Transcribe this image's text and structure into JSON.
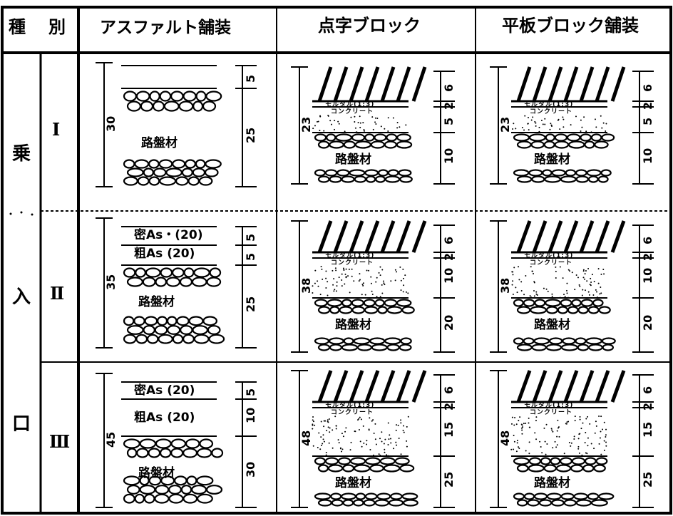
{
  "header": {
    "col_kind_1": "種",
    "col_kind_2": "別",
    "col_asphalt": "アスファルト舗装",
    "col_tactile": "点字ブロック",
    "col_flat": "平板ブロック舗装"
  },
  "category": {
    "char1": "乗",
    "char2": "入",
    "char3": "口"
  },
  "rows": [
    {
      "class": "Ⅰ",
      "asphalt": {
        "total": "30",
        "base_label": "路盤材",
        "layers": [
          "5",
          "25"
        ]
      },
      "tactile": {
        "total": "23",
        "mortar": "モルタル(1:3)",
        "concrete": "コンクリート",
        "base_label": "路盤材",
        "layers": [
          "6",
          "2",
          "5",
          "10"
        ]
      },
      "flat": {
        "total": "23",
        "mortar": "モルタル(1:3)",
        "concrete": "コンクリート",
        "base_label": "路盤材",
        "layers": [
          "6",
          "2",
          "5",
          "10"
        ]
      }
    },
    {
      "class": "Ⅱ",
      "asphalt": {
        "total": "35",
        "dense": "密As・(20)",
        "coarse": "粗As (20)",
        "base_label": "路盤材",
        "layers": [
          "5",
          "5",
          "25"
        ]
      },
      "tactile": {
        "total": "38",
        "mortar": "モルタル(1:3)",
        "concrete": "コンクリート",
        "base_label": "路盤材",
        "layers": [
          "6",
          "2",
          "10",
          "20"
        ]
      },
      "flat": {
        "total": "38",
        "mortar": "モルタル(1:3)",
        "concrete": "コンクリート",
        "base_label": "路盤材",
        "layers": [
          "6",
          "2",
          "10",
          "20"
        ]
      }
    },
    {
      "class": "Ⅲ",
      "asphalt": {
        "total": "45",
        "dense": "密As (20)",
        "coarse": "粗As (20)",
        "base_label": "路盤材",
        "layers": [
          "5",
          "10",
          "30"
        ]
      },
      "tactile": {
        "total": "48",
        "mortar": "モルタル(1:3)",
        "concrete": "コンクリート",
        "base_label": "路盤材",
        "layers": [
          "6",
          "2",
          "15",
          "25"
        ]
      },
      "flat": {
        "total": "48",
        "mortar": "モルタル(1:3)",
        "concrete": "コンクリート",
        "base_label": "路盤材",
        "layers": [
          "6",
          "2",
          "15",
          "25"
        ]
      }
    }
  ]
}
